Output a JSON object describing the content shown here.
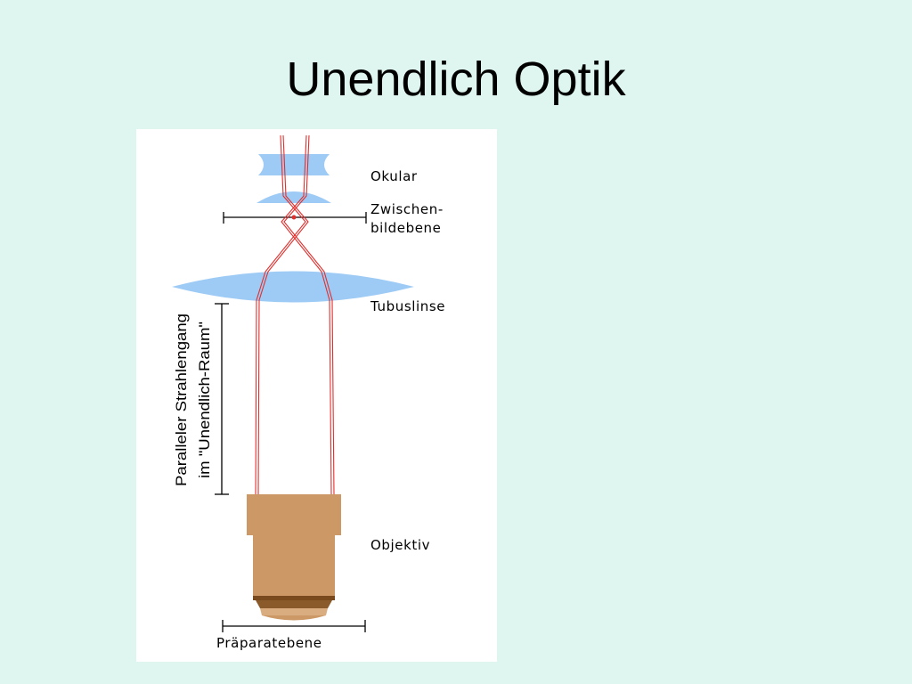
{
  "slide": {
    "title": "Unendlich Optik"
  },
  "diagram": {
    "labels": {
      "okular": "Okular",
      "zwischen_line1": "Zwischen-",
      "zwischen_line2": "bildebene",
      "tubuslinse": "Tubuslinse",
      "objektiv": "Objektiv",
      "praeparatebene": "Präparatebene",
      "parallel_line1": "Paralleler Strahlengang",
      "parallel_line2": "im \"Unendlich-Raum\""
    },
    "colors": {
      "background": "#dff5ef",
      "lens": "#9ecbf5",
      "ray": "#e0302e",
      "objective": "#cc9966",
      "objective_dark": "#7a4a1f"
    }
  }
}
